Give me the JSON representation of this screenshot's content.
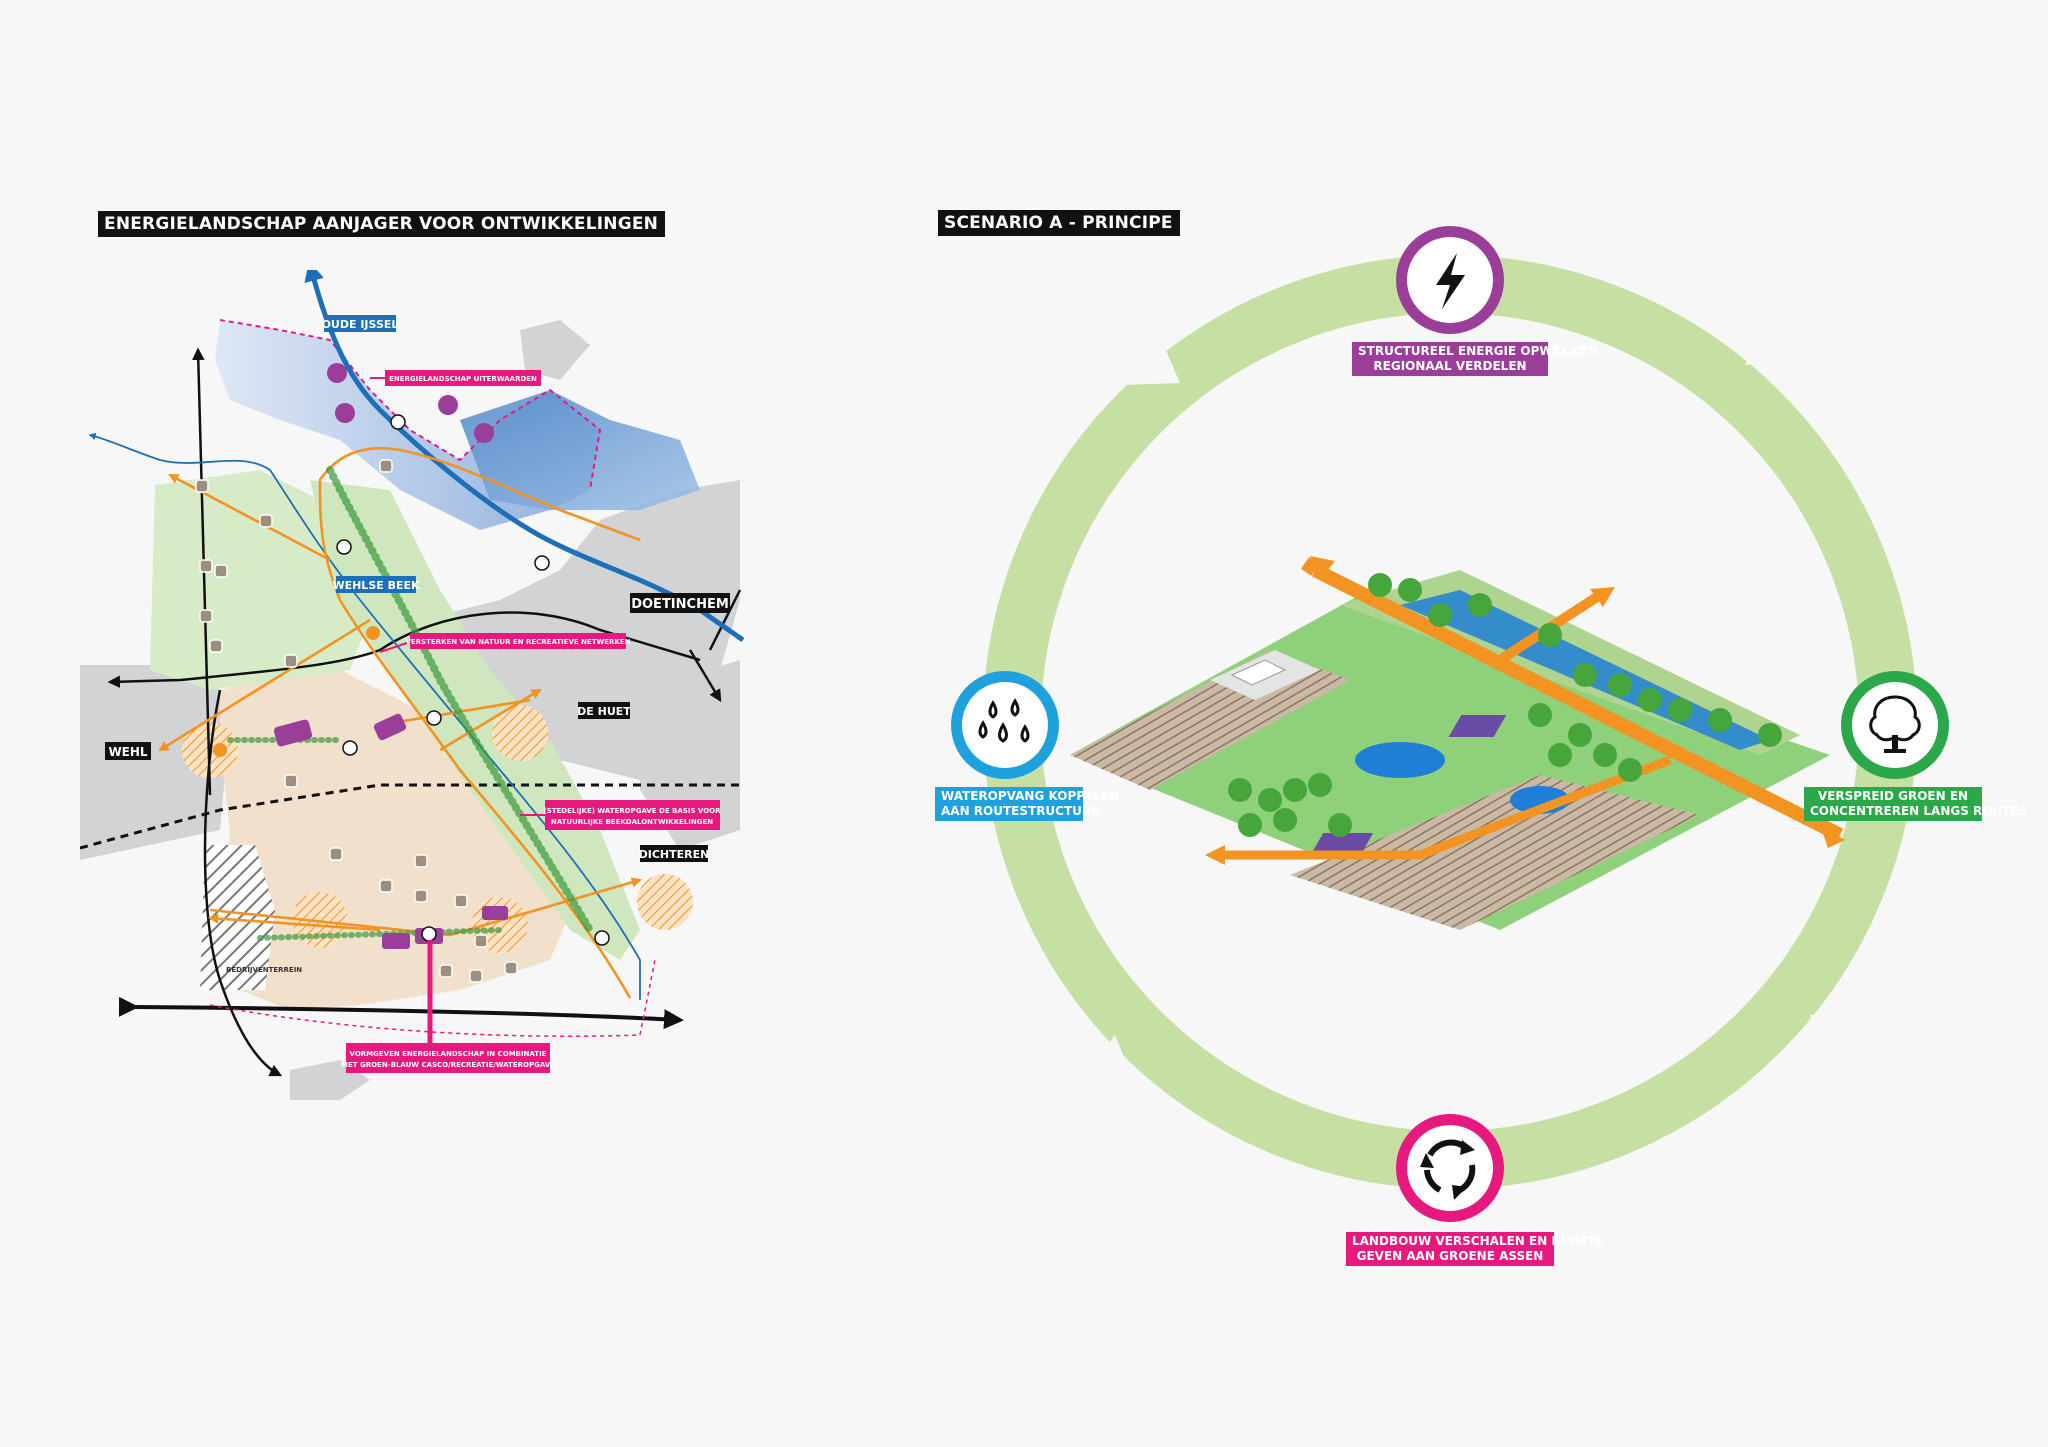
{
  "left_panel": {
    "title": "ENERGIELANDSCHAP AANJAGER VOOR ONTWIKKELINGEN",
    "places": {
      "oude_ijssel": "OUDE IJSSEL",
      "wehlse_beek": "WEHLSE BEEK",
      "doetinchem": "DOETINCHEM",
      "de_huet": "DE HUET",
      "wehl": "WEHL",
      "dichteren": "DICHTEREN",
      "bedrijventerrein": "BEDRIJVENTERREIN"
    },
    "callouts": {
      "uiterwaarden": "ENERGIELANDSCHAP UITERWAARDEN",
      "versterken": "VERSTERKEN VAN NATUUR EN RECREATIEVE NETWERKEN",
      "wateropgave_l1": "(STEDELIJKE) WATEROPGAVE DE BASIS VOOR",
      "wateropgave_l2": "NATUURLIJKE BEEKDALONTWIKKELINGEN",
      "vormgeven_l1": "VORMGEVEN ENERGIELANDSCHAP IN COMBINATIE",
      "vormgeven_l2": "MET GROEN-BLAUW CASCO/RECREATIE/WATEROPGAVE"
    },
    "colors": {
      "callout": "#e6197e",
      "river": "#1d6fb8",
      "route": "#f39322",
      "energy": "#9b3e9a",
      "green": "#cfe6bf",
      "urban": "#d2d3d5"
    }
  },
  "right_panel": {
    "title": "SCENARIO A - PRINCIPE",
    "nodes": {
      "energy": {
        "icon": "lightning-icon",
        "line1": "STRUCTUREEL ENERGIE OPWEKKEN",
        "line2": "REGIONAAL VERDELEN",
        "color": "#9b3e9a"
      },
      "water": {
        "icon": "water-drops-icon",
        "line1": "WATEROPVANG KOPPELEN",
        "line2": "AAN ROUTESTRUCTUUR",
        "color": "#1ea1dd"
      },
      "green": {
        "icon": "tree-icon",
        "line1": "VERSPREID GROEN EN",
        "line2": "CONCENTREREN LANGS ROUTES",
        "color": "#2aa84a"
      },
      "agri": {
        "icon": "cycle-arrows-icon",
        "line1": "LANDBOUW VERSCHALEN EN RUIMTE",
        "line2": "GEVEN AAN GROENE ASSEN",
        "color": "#e6197e"
      }
    },
    "cycle_color": "#c6e0a4"
  }
}
